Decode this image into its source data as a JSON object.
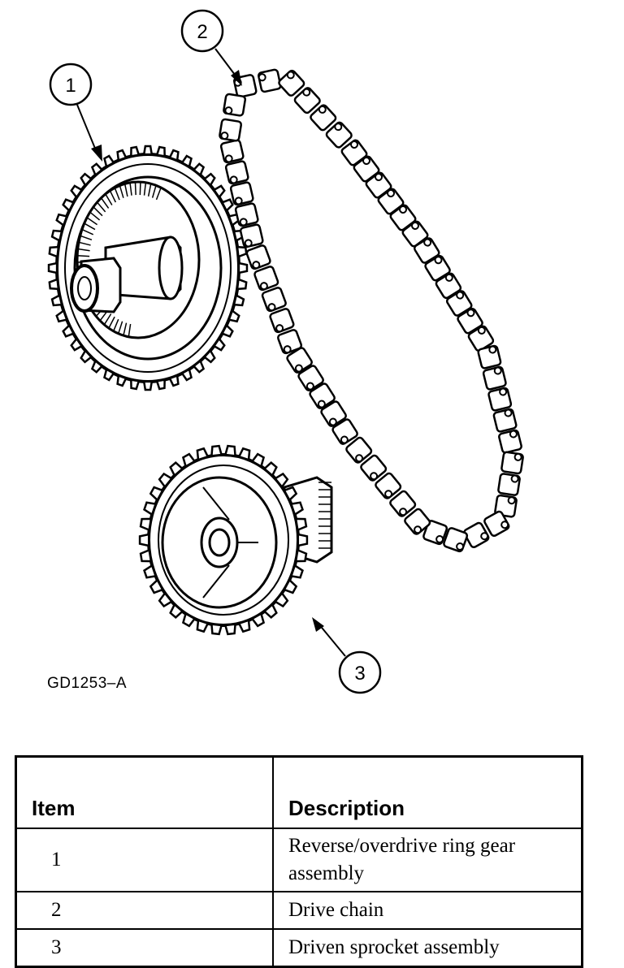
{
  "figure": {
    "callouts": [
      "1",
      "2",
      "3"
    ],
    "code": "GD1253–A"
  },
  "table": {
    "headers": {
      "item": "Item",
      "description": "Description"
    },
    "rows": [
      {
        "item": "1",
        "description": "Reverse/overdrive ring gear assembly"
      },
      {
        "item": "2",
        "description": "Drive chain"
      },
      {
        "item": "3",
        "description": "Driven sprocket assembly"
      }
    ]
  }
}
